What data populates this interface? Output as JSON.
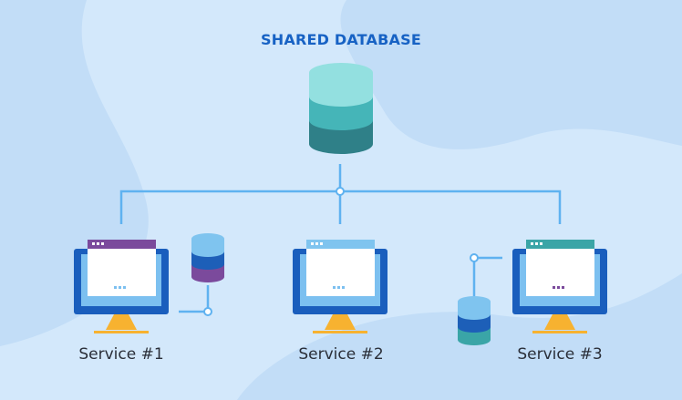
{
  "diagram": {
    "title": "SHARED DATABASE",
    "services": [
      {
        "label": "Service #1",
        "accent": "#7b4a9c",
        "db": [
          "#7fc4ef",
          "#1d5fb8",
          "#7b4a9c"
        ],
        "db_side": "right"
      },
      {
        "label": "Service #2",
        "accent": "#7fc4ef",
        "db": null
      },
      {
        "label": "Service #3",
        "accent": "#3aa5a7",
        "db": [
          "#7fc4ef",
          "#1d5fb8",
          "#3aa5a7"
        ],
        "db_side": "left"
      }
    ],
    "shared_db_colors": [
      "#93e0e0",
      "#45b5b8",
      "#2f8088"
    ]
  },
  "colors": {
    "background": "#d3e8fb",
    "blob": "#c2ddf7",
    "connector": "#5fb2f0",
    "title": "#1762c4",
    "monitor_frame": "#1a5ebd",
    "monitor_inner": "#7cc0f0",
    "stand": "#f7b230"
  },
  "icons": [
    "database-icon",
    "monitor-icon"
  ]
}
